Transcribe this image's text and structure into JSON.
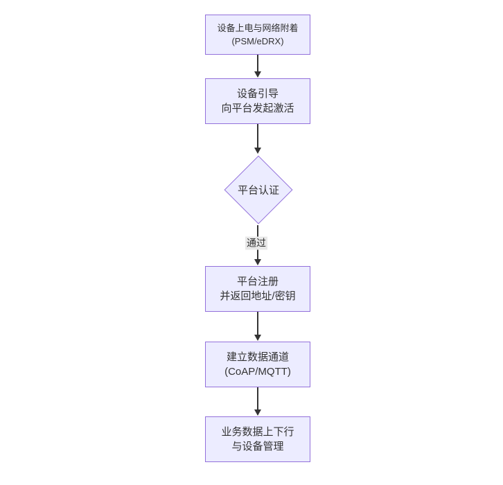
{
  "diagram": {
    "type": "flowchart",
    "direction": "top-down",
    "background": "#ffffff",
    "style": {
      "node_fill": "#ECECFF",
      "node_border": "#9370DB",
      "text_color": "#333333",
      "edge_color": "#333333",
      "edge_label_bg": "#e8e8e8"
    },
    "nodes": [
      {
        "id": "A",
        "shape": "rect",
        "lines": [
          "设备上电与网络附着",
          "(PSM/eDRX)"
        ]
      },
      {
        "id": "B",
        "shape": "rect",
        "lines": [
          "设备引导",
          "向平台发起激活"
        ]
      },
      {
        "id": "C",
        "shape": "diamond",
        "lines": [
          "平台认证"
        ]
      },
      {
        "id": "D",
        "shape": "rect",
        "lines": [
          "平台注册",
          "并返回地址/密钥"
        ]
      },
      {
        "id": "E",
        "shape": "rect",
        "lines": [
          "建立数据通道",
          "(CoAP/MQTT)"
        ]
      },
      {
        "id": "F",
        "shape": "rect",
        "lines": [
          "业务数据上下行",
          "与设备管理"
        ]
      }
    ],
    "edges": [
      {
        "from": "A",
        "to": "B",
        "label": ""
      },
      {
        "from": "B",
        "to": "C",
        "label": ""
      },
      {
        "from": "C",
        "to": "D",
        "label": "通过"
      },
      {
        "from": "D",
        "to": "E",
        "label": ""
      },
      {
        "from": "E",
        "to": "F",
        "label": ""
      }
    ]
  }
}
